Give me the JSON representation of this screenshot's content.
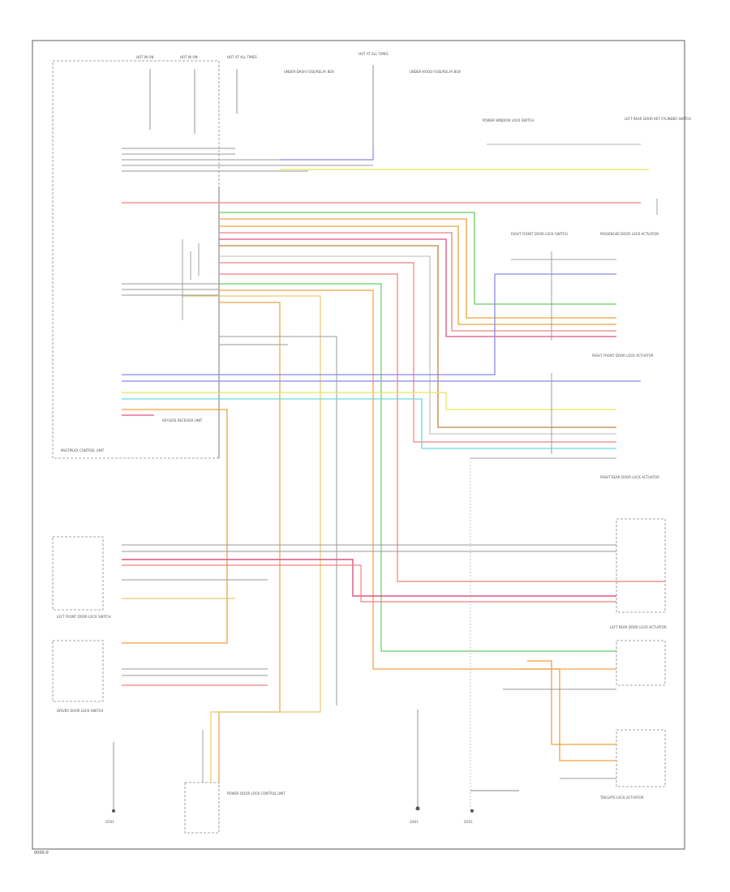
{
  "diagram": {
    "labels": {
      "fuse_a": "HOT IN ON",
      "fuse_b": "HOT IN ON",
      "fuse_c": "HOT AT ALL TIMES",
      "fuse_d": "HOT AT ALL TIMES",
      "fuse_block_note": "UNDER-DASH FUSE/RELAY BOX",
      "engine_box_note": "UNDER-HOOD FUSE/RELAY BOX",
      "sw_rear_window_lock": "POWER WINDOW LOCK SWITCH",
      "sw_left_rear_key": "LEFT REAR DOOR KEY CYLINDER SWITCH",
      "sw_right_front_lock": "RIGHT FRONT DOOR LOCK SWITCH",
      "sw_passenger_door": "PASSENGER DOOR LOCK ACTUATOR",
      "sw_right_front_master": "RIGHT FRONT DOOR LOCK ACTUATOR",
      "sw_right_rear": "RIGHT REAR DOOR LOCK ACTUATOR",
      "sw_left_rear_actuator": "LEFT REAR DOOR LOCK ACTUATOR",
      "sw_tailgate": "TAILGATE LOCK ACTUATOR",
      "sw_left_front": "LEFT FRONT DOOR LOCK SWITCH",
      "sw_driver_door": "DRIVER DOOR LOCK SWITCH",
      "module_main": "MULTIPLEX CONTROL UNIT",
      "module_keyless": "KEYLESS RECEIVER UNIT",
      "module_bottom": "POWER DOOR LOCK CONTROL UNIT",
      "ground_left": "G501",
      "ground_mid": "G401",
      "ground_right": "G551",
      "footer_code": "0000-0"
    }
  }
}
